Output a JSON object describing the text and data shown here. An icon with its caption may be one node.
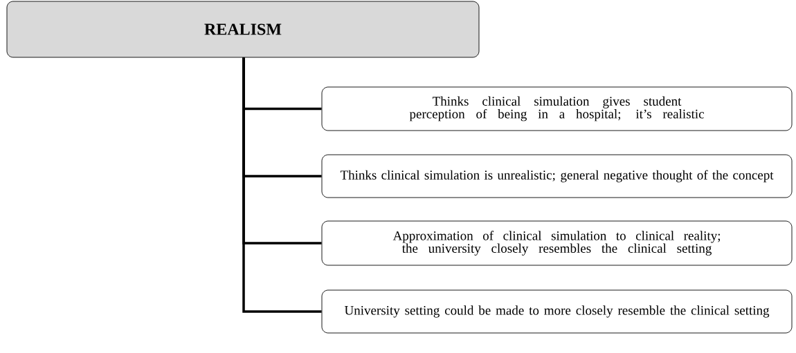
{
  "diagram": {
    "nodes": [
      {
        "text": [
          "REALISM"
        ]
      },
      {
        "text": [
          "Thinks clinical simulation gives student perception of being in a hospital; it’s realistic"
        ]
      },
      {
        "text": [
          "Thinks clinical simulation is unrealistic; general negative thought of the concept"
        ]
      },
      {
        "text": [
          "Approximation of clinical simulation to clinical reality; the university closely resembles the clinical setting"
        ]
      },
      {
        "text": [
          "University setting could be made to more closely resemble the clinical setting"
        ]
      }
    ],
    "edges": [
      {
        "from": 0,
        "to": 1,
        "arrow": "none"
      },
      {
        "from": 0,
        "to": 2,
        "arrow": "none"
      },
      {
        "from": 0,
        "to": 3,
        "arrow": "none"
      },
      {
        "from": 0,
        "to": 4,
        "arrow": "none"
      }
    ]
  }
}
